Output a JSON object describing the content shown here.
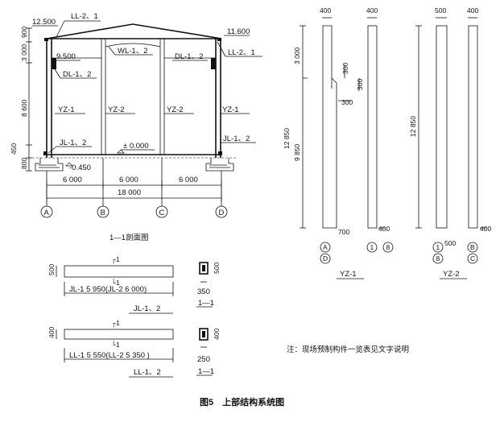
{
  "caption": "图5　上部结构系统图",
  "note": "注：现场预制构件一览表见文字说明",
  "frame": {
    "elev_12500": "12.500",
    "elev_11600": "11.600",
    "elev_9500": "9.500",
    "elev_0000": "± 0.000",
    "elev_m0450": "-0.450",
    "dims_left": [
      "3 000",
      "900",
      "8 600",
      "450",
      "800"
    ],
    "labels": {
      "ll21_left": "LL-2、1",
      "ll21_right": "LL-2、1",
      "wl12": "WL-1、2",
      "dl12_left": "DL-1、2",
      "dl12_right": "DL-1、2",
      "yz1_left": "YZ-1",
      "yz2_a": "YZ-2",
      "yz2_b": "YZ-2",
      "yz1_right": "YZ-1",
      "jl12_left": "JL-1、2",
      "jl12_right": "JL-1、2"
    },
    "spans": [
      "6 000",
      "6 000",
      "6 000"
    ],
    "total": "18 000",
    "axes": [
      "A",
      "B",
      "C",
      "D"
    ],
    "section_title": "1—1剖面图"
  },
  "beams": [
    {
      "height": "500",
      "mark_top": "┌1",
      "mark_bot": "└1",
      "length": "JL-1 5 950(JL-2  6 000)",
      "name": "JL-1、2",
      "sec_h": "500",
      "sec_b": "350",
      "sec_mark": "1—1"
    },
    {
      "height": "400",
      "mark_top": "┌1",
      "mark_bot": "└1",
      "length": "LL-1 5 550(LL-2  5 350 )",
      "name": "LL-1、2",
      "sec_h": "400",
      "sec_b": "250",
      "sec_mark": "1—1"
    }
  ],
  "yz1": {
    "title": "YZ-1",
    "total": "12 850",
    "lower": "9 850",
    "upper": "3 000",
    "w_top_a": "400",
    "w_top_b": "400",
    "corbel_a": "300",
    "corbel_b": "300",
    "corbel_c": "300",
    "bot_w": "400",
    "bot_d": "700",
    "axes_left": [
      "A",
      "D"
    ],
    "axes_right": [
      "1",
      "8"
    ]
  },
  "yz2": {
    "title": "YZ-2",
    "total": "12 850",
    "w_top_a": "500",
    "w_top_b": "400",
    "bot_w": "400",
    "bot_d": "500",
    "axes_left": [
      "1",
      "8"
    ],
    "axes_right": [
      "B",
      "C"
    ]
  }
}
